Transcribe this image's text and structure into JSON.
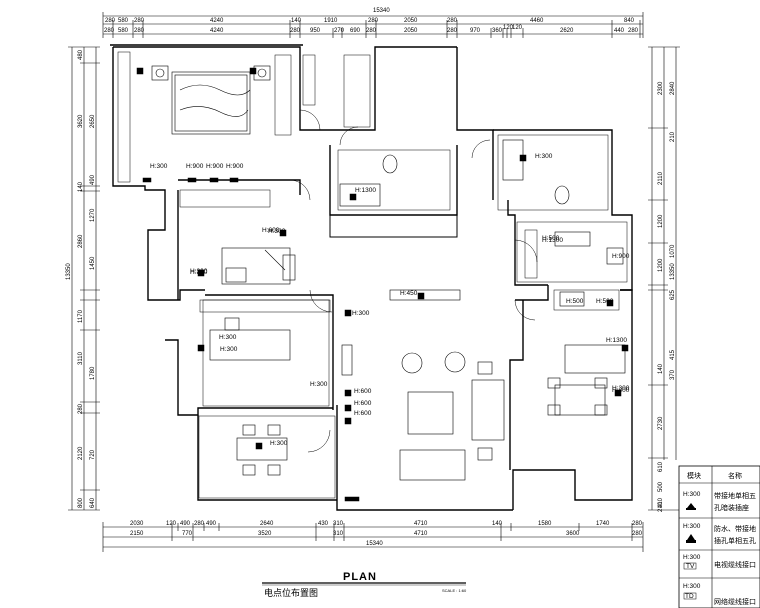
{
  "title": {
    "main": "PLAN",
    "sub": "电点位布置图",
    "scale": "SCALE : 1:60"
  },
  "dims": {
    "top_total": "15340",
    "top_row1": [
      "280",
      "580",
      "280",
      "4240",
      "140",
      "1910",
      "280",
      "2050",
      "280",
      "4460",
      "840"
    ],
    "top_row2": [
      "280",
      "580",
      "280",
      "4240",
      "280",
      "950",
      "270",
      "690",
      "280",
      "2050",
      "280",
      "970",
      "360",
      "120",
      "120",
      "2620",
      "440",
      "280"
    ],
    "bottom_row1": [
      "2030",
      "120",
      "490",
      "280",
      "490",
      "2640",
      "430",
      "310",
      "4710",
      "140",
      "1580",
      "1740",
      "280"
    ],
    "bottom_row2": [
      "2150",
      "770",
      "3520",
      "310",
      "4710",
      "3600",
      "280"
    ],
    "bottom_total": "15340",
    "left_row1": [
      "480",
      "3620",
      "140",
      "2860",
      "1170",
      "3110",
      "280",
      "2120",
      "800"
    ],
    "left_row2": [
      "2650",
      "490",
      "1270",
      "1450",
      "1780",
      "720",
      "640"
    ],
    "left_total": "13350",
    "right_row1": [
      "2300",
      "2110",
      "1200",
      "1200",
      "140",
      "2730",
      "410"
    ],
    "right_row2": [
      "2840",
      "210",
      "1070",
      "625",
      "415",
      "370",
      "610",
      "500",
      "210"
    ],
    "right_total": "13350"
  },
  "labels": [
    "H:300",
    "H:900",
    "H:900",
    "H:900",
    "H:1300",
    "H:300",
    "H:300",
    "H:300",
    "H:1300",
    "H:450",
    "H:300",
    "H:300",
    "H:500",
    "H:900",
    "H:500",
    "H:500",
    "H:1300",
    "H:300",
    "H:300",
    "H:300",
    "H:600",
    "H:600",
    "H:300",
    "H:600",
    "H:600",
    "H:300",
    "H:300"
  ],
  "legend": {
    "headers": [
      "模块",
      "名称"
    ],
    "rows": [
      {
        "code": "H:300",
        "name_lines": [
          "带接地单相五",
          "孔暗装插座"
        ]
      },
      {
        "code": "H:300",
        "name_lines": [
          "防水、带接地",
          "插孔单相五孔"
        ]
      },
      {
        "code": "H:300",
        "name_lines": [
          "电视缆线接口"
        ]
      },
      {
        "code": "H:300",
        "name_lines": [
          "网络缆线接口"
        ]
      }
    ]
  }
}
